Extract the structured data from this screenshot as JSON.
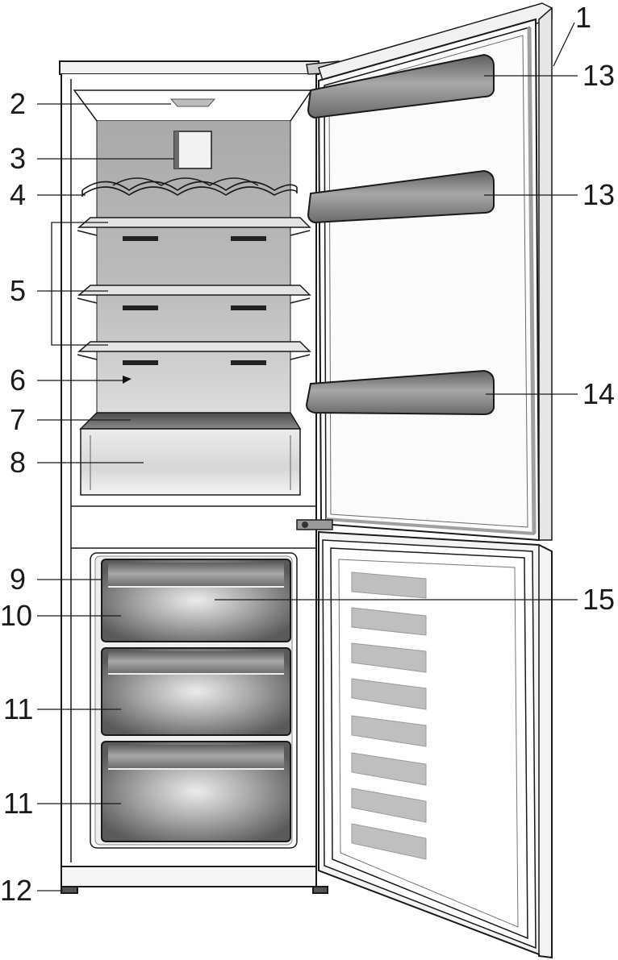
{
  "callouts": [
    {
      "id": "1",
      "label": "1"
    },
    {
      "id": "2",
      "label": "2"
    },
    {
      "id": "3",
      "label": "3"
    },
    {
      "id": "4",
      "label": "4"
    },
    {
      "id": "5",
      "label": "5"
    },
    {
      "id": "6",
      "label": "6"
    },
    {
      "id": "7",
      "label": "7"
    },
    {
      "id": "8",
      "label": "8"
    },
    {
      "id": "9",
      "label": "9"
    },
    {
      "id": "10",
      "label": "10"
    },
    {
      "id": "11a",
      "label": "11"
    },
    {
      "id": "11b",
      "label": "11"
    },
    {
      "id": "12",
      "label": "12"
    },
    {
      "id": "13a",
      "label": "13"
    },
    {
      "id": "13b",
      "label": "13"
    },
    {
      "id": "14",
      "label": "14"
    },
    {
      "id": "15",
      "label": "15"
    }
  ],
  "colors": {
    "outline": "#1a1a1a",
    "cabinet_back": "#b9b9b9",
    "cabinet_back_light": "#d4d4d4",
    "tray_dark": "#7d7d7d",
    "tray_light": "#e8e8e8",
    "door_stripe": "#bfbfbf"
  }
}
